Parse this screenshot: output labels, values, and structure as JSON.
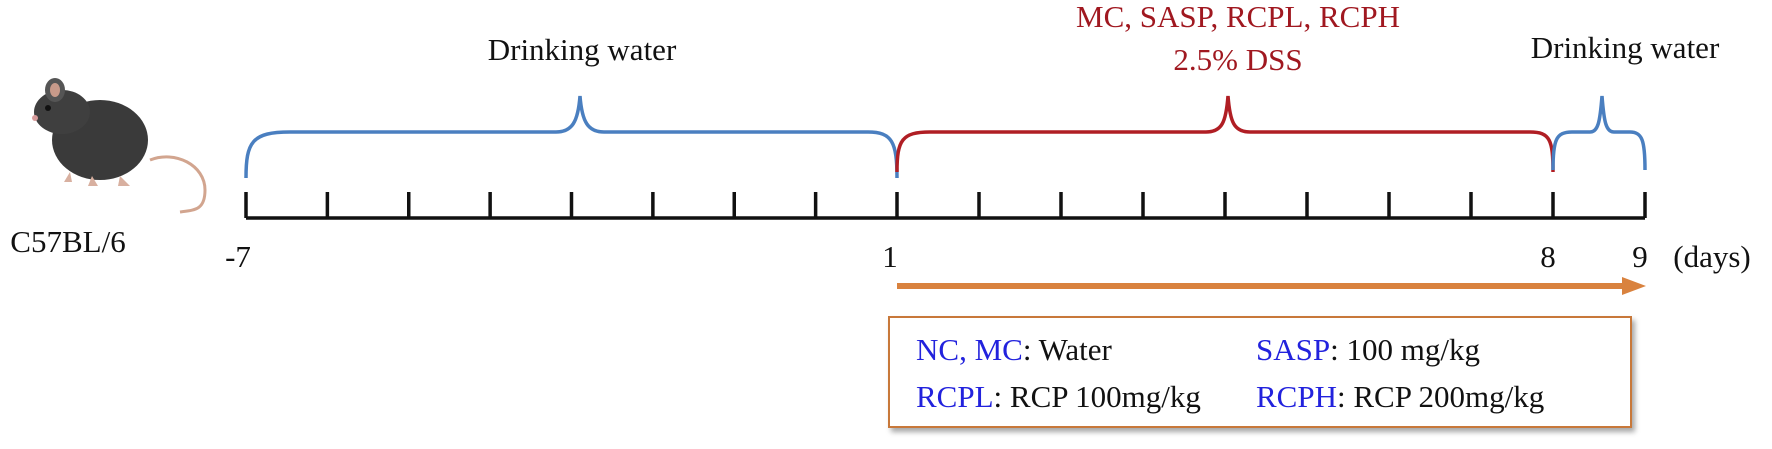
{
  "labels": {
    "strain": "C57BL/6",
    "phase1": "Drinking water",
    "phase2_groups": "MC, SASP, RCPL, RCPH",
    "phase2_treatment": "2.5% DSS",
    "phase3": "Drinking water",
    "unit": "(days)"
  },
  "ticks": {
    "labels": [
      "-7",
      "1",
      "8",
      "9"
    ]
  },
  "colors": {
    "water_bracket": "#4a7fc0",
    "dss_bracket": "#b01e24",
    "dss_text": "#a01820",
    "arrow": "#d9823e",
    "box_border": "#c8783a",
    "group_text": "#2222dd"
  },
  "dosing": {
    "rows": [
      [
        {
          "group": "NC, MC",
          "dose": "Water"
        },
        {
          "group": "SASP",
          "dose": "100 mg/kg"
        }
      ],
      [
        {
          "group": "RCPL",
          "dose": "RCP 100mg/kg"
        },
        {
          "group": "RCPH",
          "dose": "RCP 200mg/kg"
        }
      ]
    ]
  }
}
